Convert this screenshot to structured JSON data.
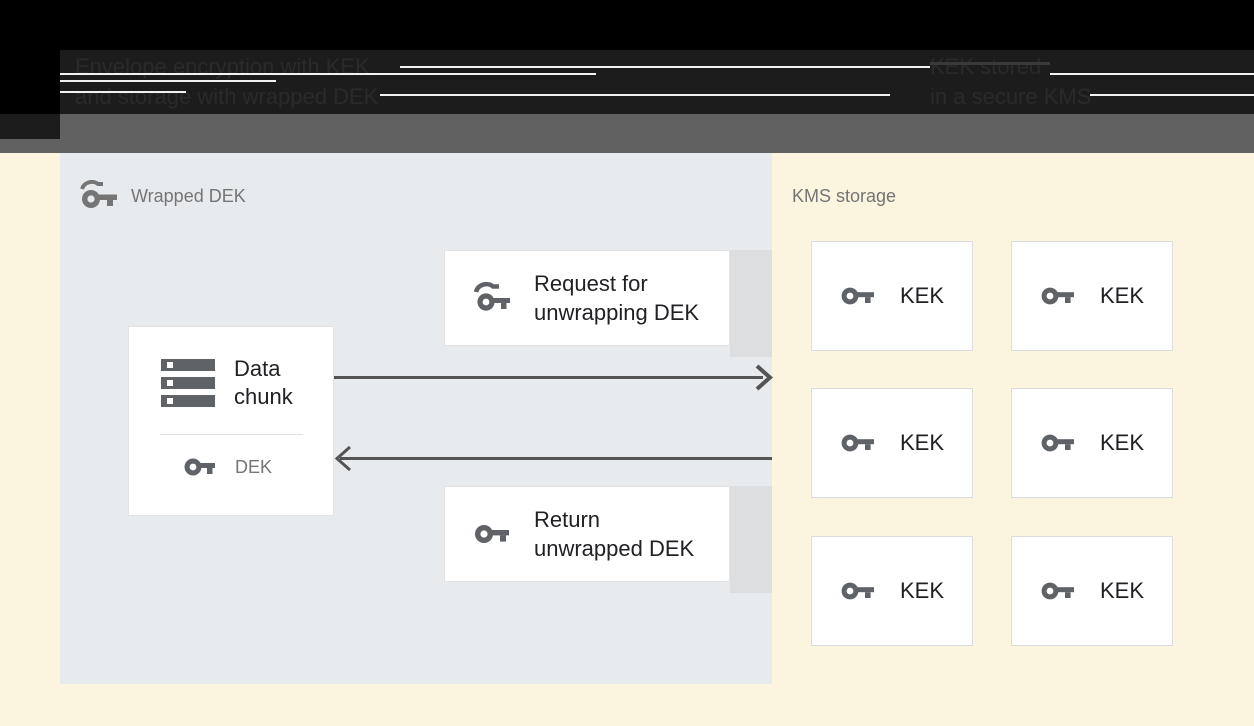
{
  "header": {
    "title_left": "Envelope encryption with KEK\nand storage with wrapped DEK",
    "title_right": "KEK stored\nin a secure KMS"
  },
  "left_panel": {
    "label": "Wrapped DEK",
    "icon": "wrapped-key-icon",
    "background_color": "#e8ebee"
  },
  "right_panel": {
    "label": "KMS storage",
    "background_color": "#fbf4de"
  },
  "data_card": {
    "storage_icon": "stacked-disks-icon",
    "title": "Data\nchunk",
    "key_icon": "key-icon",
    "key_label": "DEK"
  },
  "messages": [
    {
      "id": "request",
      "icon": "wrapped-key-icon",
      "label": "Request for\nunwrapping DEK"
    },
    {
      "id": "return",
      "icon": "key-icon",
      "label": "Return\nunwrapped DEK"
    }
  ],
  "arrows": [
    {
      "id": "request-arrow",
      "direction": "right"
    },
    {
      "id": "return-arrow",
      "direction": "left"
    }
  ],
  "kek_boxes": [
    {
      "icon": "key-icon",
      "label": "KEK"
    },
    {
      "icon": "key-icon",
      "label": "KEK"
    },
    {
      "icon": "key-icon",
      "label": "KEK"
    },
    {
      "icon": "key-icon",
      "label": "KEK"
    },
    {
      "icon": "key-icon",
      "label": "KEK"
    },
    {
      "icon": "key-icon",
      "label": "KEK"
    }
  ],
  "colors": {
    "panel_left": "#e8ebee",
    "panel_right": "#fbf4de",
    "card": "#ffffff",
    "card_shadow": "#dddedf",
    "icon_grey": "#5f6368",
    "text_dark": "#202124",
    "text_muted": "#757575",
    "arrow": "#545454",
    "chrome_grey": "#616161",
    "chrome_black": "#000000"
  }
}
